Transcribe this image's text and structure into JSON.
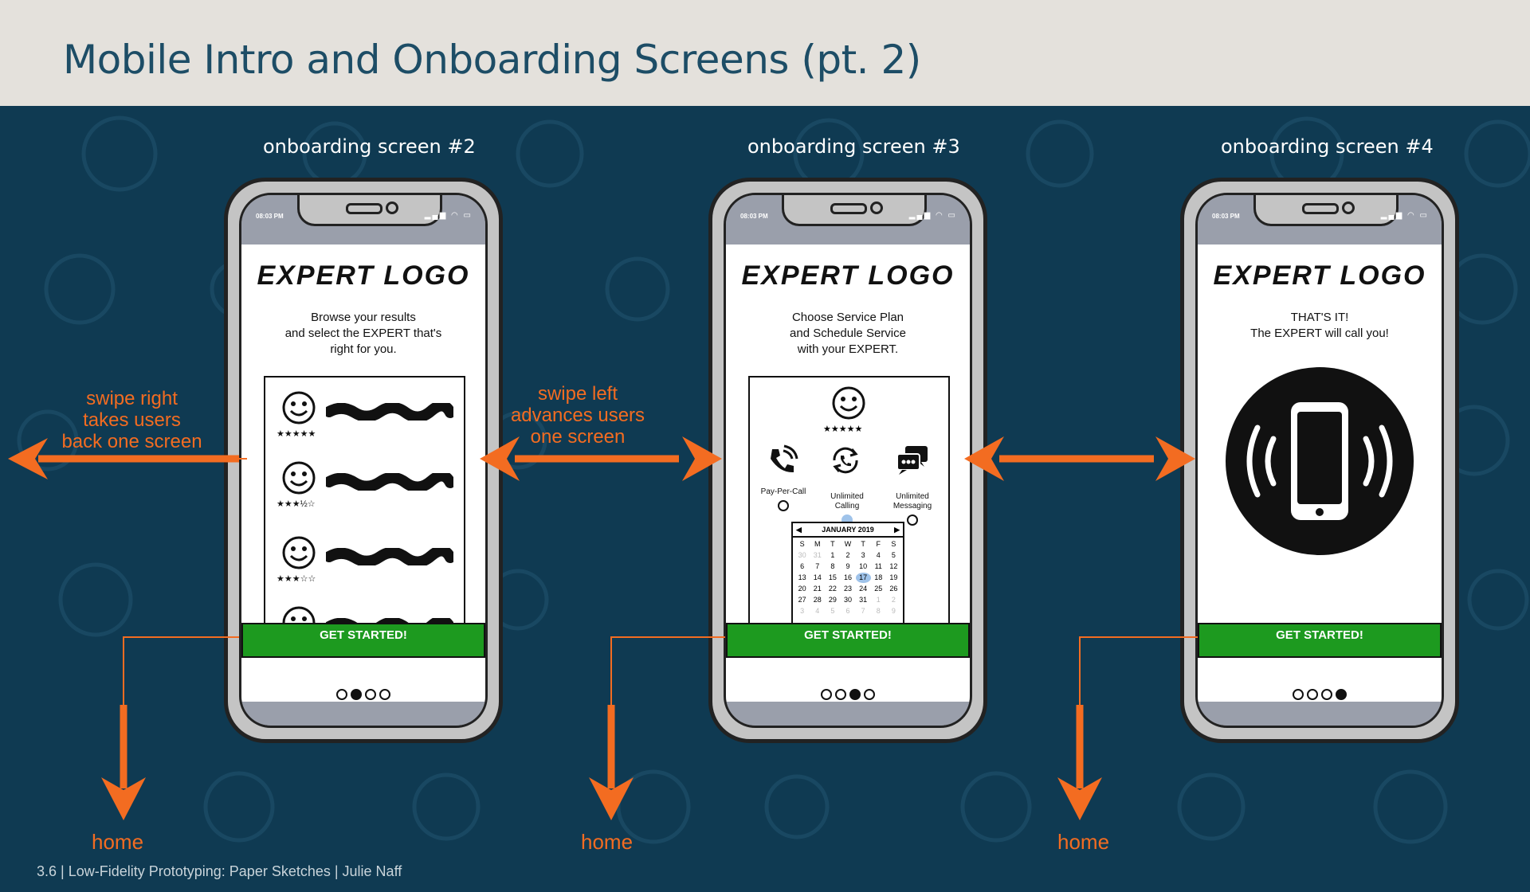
{
  "page": {
    "title": "Mobile Intro and Onboarding Screens (pt. 2)",
    "footer": "3.6  |  Low-Fidelity Prototyping: Paper  Sketches | Julie Naff"
  },
  "screens": [
    {
      "heading": "onboarding screen #2",
      "time": "08:03 PM",
      "logo": "EXPERT LOGO",
      "description": "Browse your results\nand select the EXPERT that's\nright for you.",
      "cta": "GET STARTED!",
      "active_dot": 2,
      "ratings": [
        "★★★★★",
        "★★★½☆",
        "★★★☆☆",
        ""
      ]
    },
    {
      "heading": "onboarding screen #3",
      "time": "08:03 PM",
      "logo": "EXPERT LOGO",
      "description": "Choose Service Plan\nand Schedule Service\nwith your EXPERT.",
      "cta": "GET STARTED!",
      "active_dot": 3,
      "expert_rating": "★★★★★",
      "plans": [
        {
          "label": "Pay-Per-Call",
          "selected": false
        },
        {
          "label": "Unlimited\nCalling",
          "selected": true
        },
        {
          "label": "Unlimited\nMessaging",
          "selected": false
        }
      ],
      "calendar": {
        "month": "JANUARY 2019",
        "weekdays": [
          "S",
          "M",
          "T",
          "W",
          "T",
          "F",
          "S"
        ],
        "days": [
          "30",
          "31",
          "1",
          "2",
          "3",
          "4",
          "5",
          "6",
          "7",
          "8",
          "9",
          "10",
          "11",
          "12",
          "13",
          "14",
          "15",
          "16",
          "17",
          "18",
          "19",
          "20",
          "21",
          "22",
          "23",
          "24",
          "25",
          "26",
          "27",
          "28",
          "29",
          "30",
          "31",
          "1",
          "2",
          "3",
          "4",
          "5",
          "6",
          "7",
          "8",
          "9"
        ],
        "muted_indices": [
          0,
          1,
          33,
          34,
          35,
          36,
          37,
          38,
          39,
          40,
          41
        ],
        "highlight_index": 18
      }
    },
    {
      "heading": "onboarding screen #4",
      "time": "08:03 PM",
      "logo": "EXPERT LOGO",
      "description": "THAT'S IT!\nThe EXPERT will call you!",
      "cta": "GET STARTED!",
      "active_dot": 4
    }
  ],
  "annotations": {
    "swipe_right": "swipe right\ntakes users\nback one screen",
    "swipe_left": "swipe left\nadvances users\none screen",
    "home": "home"
  },
  "colors": {
    "background": "#0f3a52",
    "header": "#e4e1dc",
    "title": "#1d4d66",
    "accent": "#f36c21",
    "cta": "#1d9a1f"
  }
}
